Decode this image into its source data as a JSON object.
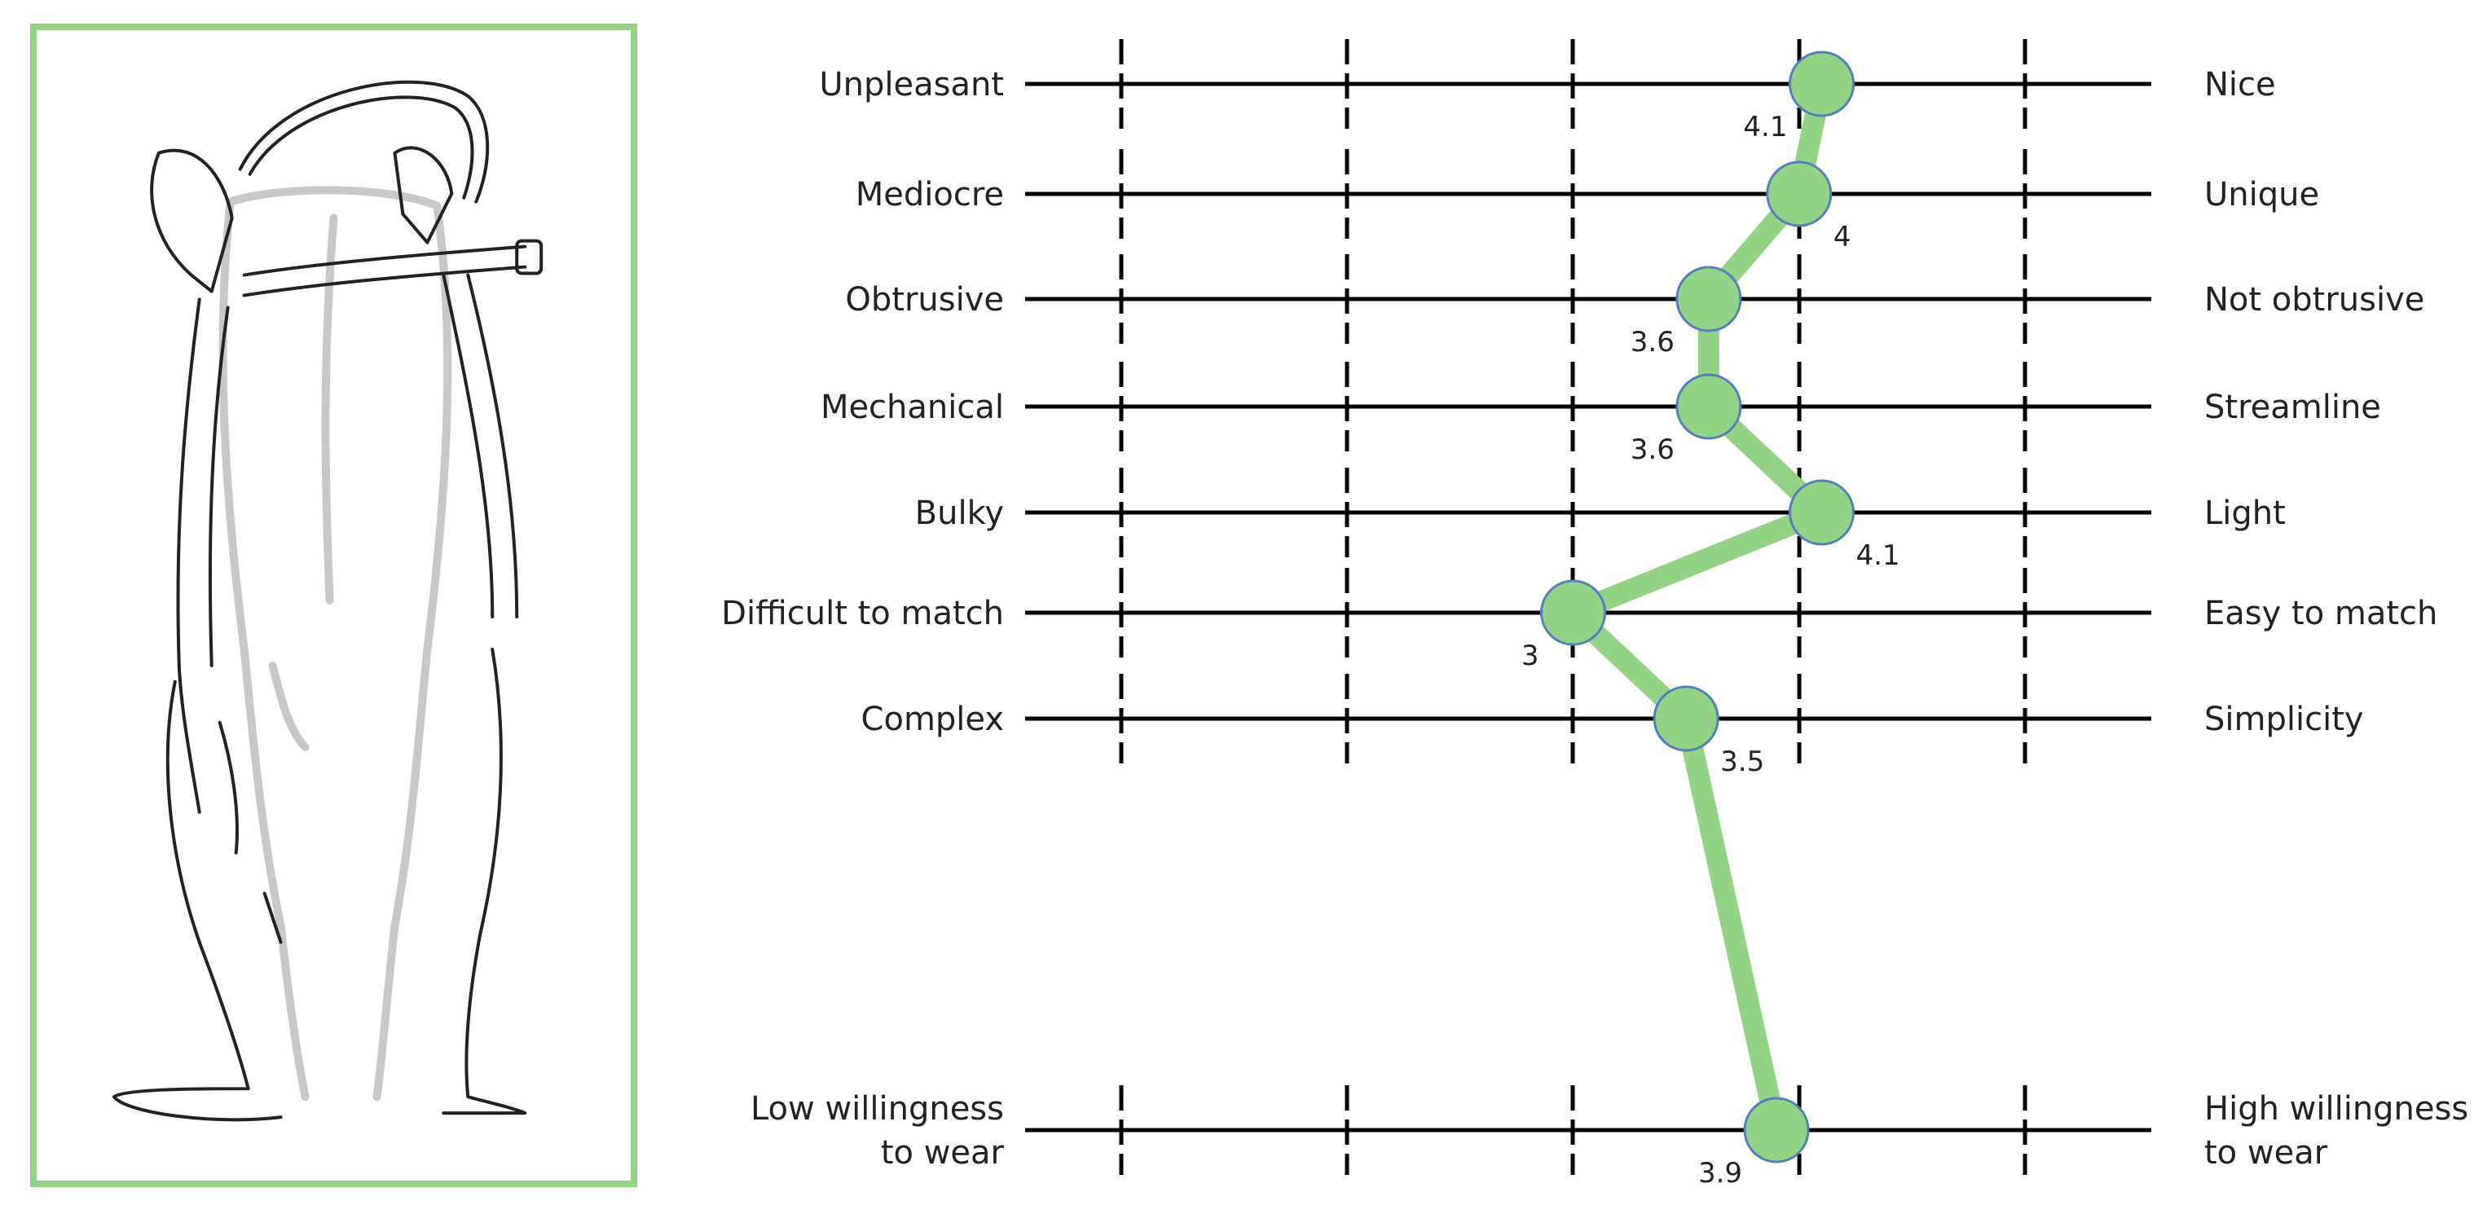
{
  "colors": {
    "accent_line": "#93d384",
    "marker_fill": "#93d384",
    "marker_stroke": "#4f7fc0",
    "axis": "#000000",
    "panel_border": "#93d384"
  },
  "illustration": {
    "icon": "leg-exoskeleton-sketch-icon"
  },
  "chart_data": {
    "type": "line",
    "xlim": [
      1,
      5
    ],
    "grid": true,
    "items": [
      {
        "left": "Unpleasant",
        "right": "Nice",
        "value": 4.1,
        "label": "4.1",
        "label_pos": "bottom-left"
      },
      {
        "left": "Mediocre",
        "right": "Unique",
        "value": 4,
        "label": "4",
        "label_pos": "bottom-right"
      },
      {
        "left": "Obtrusive",
        "right": "Not obtrusive",
        "value": 3.6,
        "label": "3.6",
        "label_pos": "bottom-left"
      },
      {
        "left": "Mechanical",
        "right": "Streamline",
        "value": 3.6,
        "label": "3.6",
        "label_pos": "bottom-left"
      },
      {
        "left": "Bulky",
        "right": "Light",
        "value": 4.1,
        "label": "4.1",
        "label_pos": "bottom-right"
      },
      {
        "left": "Difficult to match",
        "right": "Easy to match",
        "value": 3,
        "label": "3",
        "label_pos": "bottom-left"
      },
      {
        "left": "Complex",
        "right": "Simplicity",
        "value": 3.5,
        "label": "3.5",
        "label_pos": "bottom-right"
      },
      {
        "left": "Low willingness to wear",
        "right": "High willingness to wear",
        "left_lines": [
          "Low willingness",
          "to wear"
        ],
        "right_lines": [
          "High willingness",
          "to wear"
        ],
        "value": 3.9,
        "label": "3.9",
        "label_pos": "bottom-left"
      }
    ]
  }
}
